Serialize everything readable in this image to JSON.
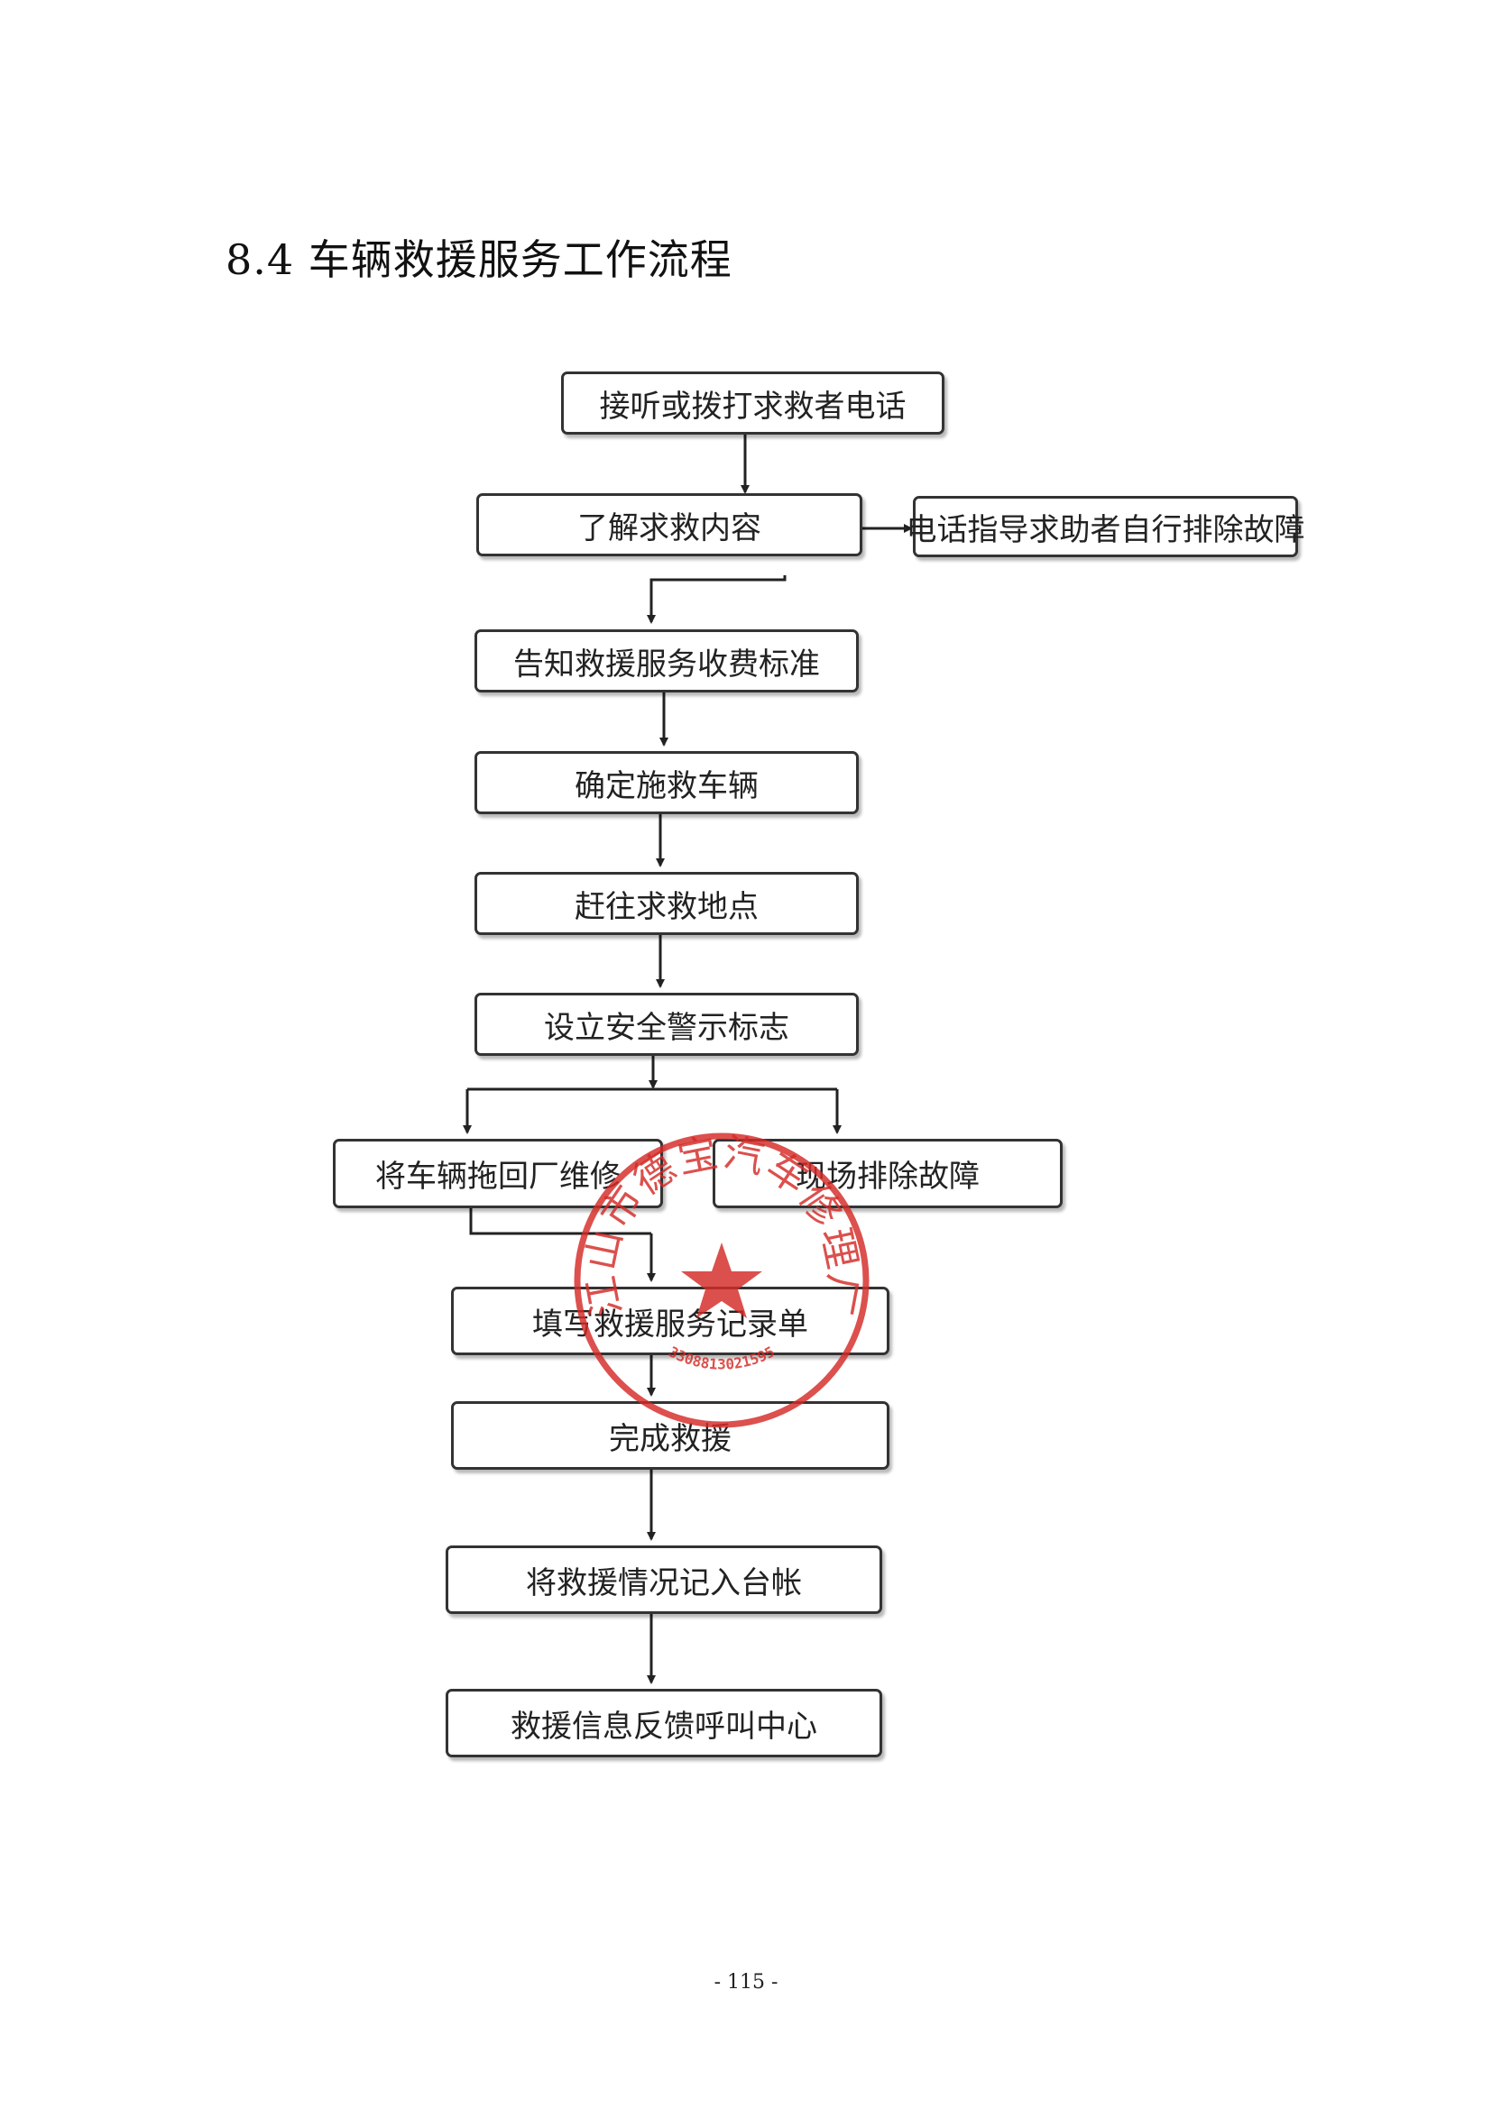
{
  "section_title": "8.4 车辆救援服务工作流程",
  "flow": {
    "answer_call": "接听或拨打求救者电话",
    "understand": "了解求救内容",
    "phone_guide": "电话指导求助者自行排除故障",
    "inform_fee": "告知救援服务收费标准",
    "confirm_vehicle": "确定施救车辆",
    "go_to_site": "赶往求救地点",
    "set_warning": "设立安全警示标志",
    "tow_back": "将车辆拖回厂维修",
    "onsite_fix": "现场排除故障",
    "fill_record": "填写救援服务记录单",
    "complete": "完成救援",
    "ledger": "将救援情况记入台帐",
    "feedback": "救援信息反馈呼叫中心"
  },
  "stamp": {
    "text": "江山市德宝汽车修理厂",
    "number": "3308813021595",
    "color": "#d42a26"
  },
  "page_number": "- 115 -"
}
